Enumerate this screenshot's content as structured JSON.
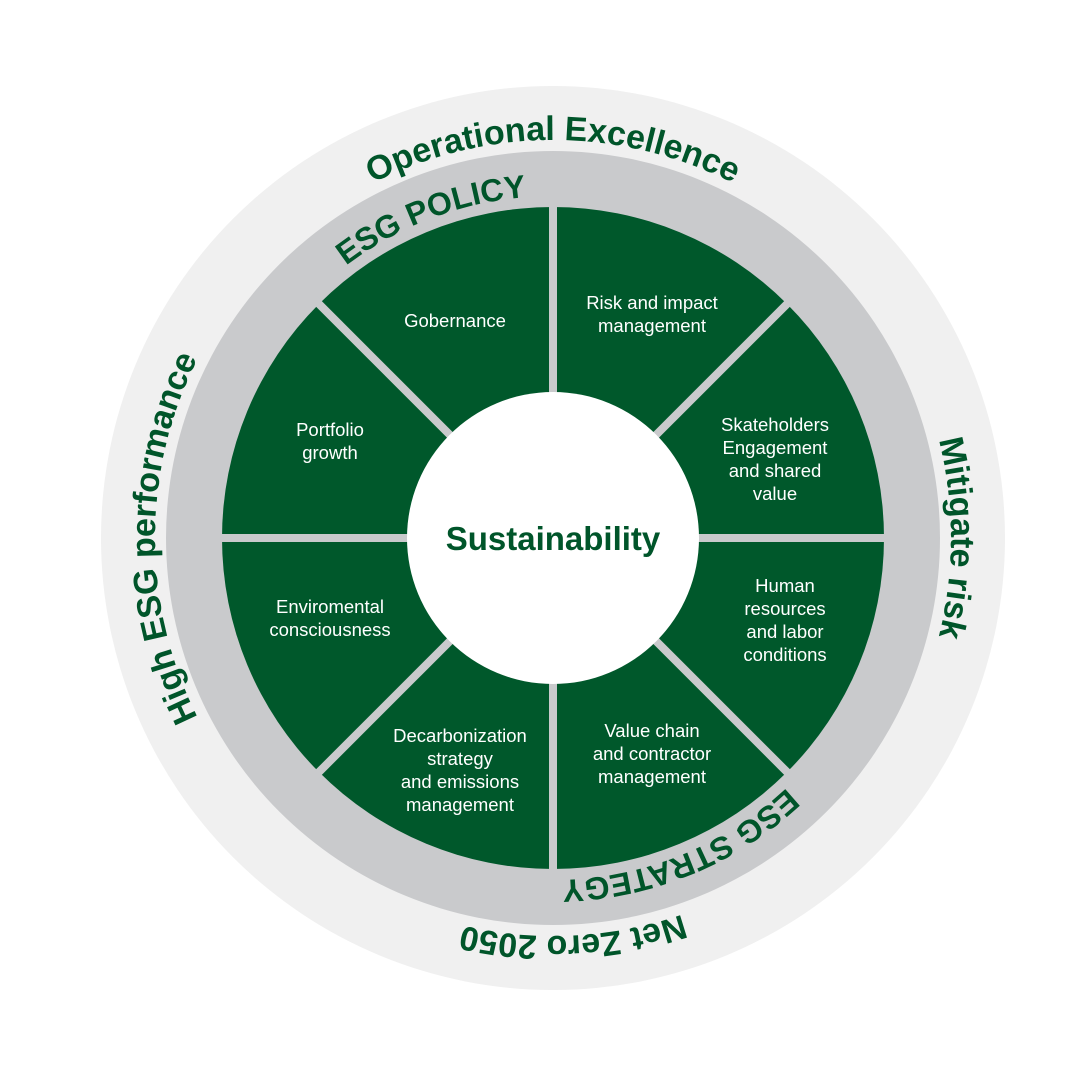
{
  "colors": {
    "green": "#00582b",
    "outer_ring": "#f0f0f0",
    "middle_ring": "#c9cacc",
    "center": "#ffffff"
  },
  "outer_ring": {
    "top": "Operational Excellence",
    "right": "Mitigate risk",
    "bottom": "Net Zero 2050",
    "left": "High ESG performance"
  },
  "middle_ring": {
    "policy": "ESG POLICY",
    "strategy": "ESG STRATEGY"
  },
  "center": {
    "label": "Sustainability"
  },
  "wedges": [
    {
      "lines": [
        "Gobernance"
      ]
    },
    {
      "lines": [
        "Risk and impact",
        "management"
      ]
    },
    {
      "lines": [
        "Skateholders",
        "Engagement",
        "and shared",
        "value"
      ]
    },
    {
      "lines": [
        "Human",
        "resources",
        "and labor",
        "conditions"
      ]
    },
    {
      "lines": [
        "Value chain",
        "and contractor",
        "management"
      ]
    },
    {
      "lines": [
        "Decarbonization",
        "strategy",
        "and emissions",
        "management"
      ]
    },
    {
      "lines": [
        "Enviromental",
        "consciousness"
      ]
    },
    {
      "lines": [
        "Portfolio",
        "growth"
      ]
    }
  ]
}
